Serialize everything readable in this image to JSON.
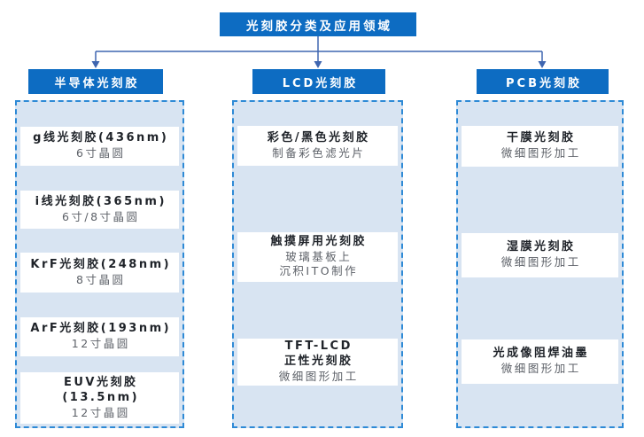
{
  "root": {
    "title": "光刻胶分类及应用领域"
  },
  "columns": [
    {
      "header": "半导体光刻胶",
      "items": [
        {
          "title": [
            "g线光刻胶(436nm)"
          ],
          "sub": [
            "6寸晶圆"
          ]
        },
        {
          "title": [
            "i线光刻胶(365nm)"
          ],
          "sub": [
            "6寸/8寸晶圆"
          ]
        },
        {
          "title": [
            "KrF光刻胶(248nm)"
          ],
          "sub": [
            "8寸晶圆"
          ]
        },
        {
          "title": [
            "ArF光刻胶(193nm)"
          ],
          "sub": [
            "12寸晶圆"
          ]
        },
        {
          "title": [
            "EUV光刻胶",
            "(13.5nm)"
          ],
          "sub": [
            "12寸晶圆"
          ]
        }
      ]
    },
    {
      "header": "LCD光刻胶",
      "items": [
        {
          "title": [
            "彩色/黑色光刻胶"
          ],
          "sub": [
            "制备彩色滤光片"
          ]
        },
        {
          "title": [
            "触摸屏用光刻胶"
          ],
          "sub": [
            "玻璃基板上",
            "沉积ITO制作"
          ]
        },
        {
          "title": [
            "TFT-LCD",
            "正性光刻胶"
          ],
          "sub": [
            "微细图形加工"
          ]
        }
      ]
    },
    {
      "header": "PCB光刻胶",
      "items": [
        {
          "title": [
            "干膜光刻胶"
          ],
          "sub": [
            "微细图形加工"
          ]
        },
        {
          "title": [
            "湿膜光刻胶"
          ],
          "sub": [
            "微细图形加工"
          ]
        },
        {
          "title": [
            "光成像阻焊油墨"
          ],
          "sub": [
            "微细图形加工"
          ]
        }
      ]
    }
  ],
  "colors": {
    "node_header_blue": "#0d6cc2",
    "group_background": "#d8e4f2",
    "group_dashed_border": "#2e8ad6",
    "connector_line": "#3f66b0",
    "item_background": "#ffffff",
    "title_text": "#1f2329",
    "subtitle_text": "#5d6168"
  }
}
